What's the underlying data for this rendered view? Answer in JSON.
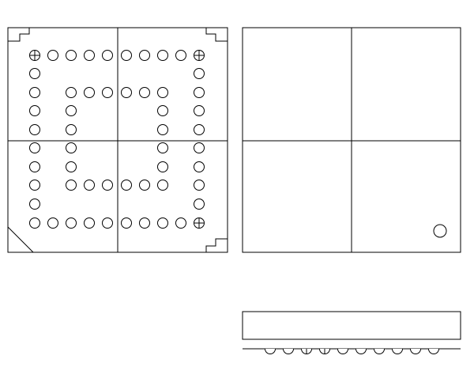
{
  "drawing": {
    "description_free": true,
    "bottom_view": {
      "outer_ring": {
        "columns": 10,
        "rows": 10,
        "corner_pads_marked": [
          "top-left",
          "top-right",
          "bottom-right"
        ]
      },
      "inner_ring": {
        "columns": 6,
        "rows": 6
      },
      "chamfered_corner": "bottom-left",
      "notched_corners": [
        "top-left",
        "top-right",
        "bottom-right"
      ]
    },
    "top_view": {
      "pin1_marker": "bottom-right"
    },
    "side_view": {
      "balls": 10,
      "marked_balls": [
        3,
        4
      ]
    }
  },
  "colors": {
    "line": "#000000",
    "background": "#ffffff"
  }
}
